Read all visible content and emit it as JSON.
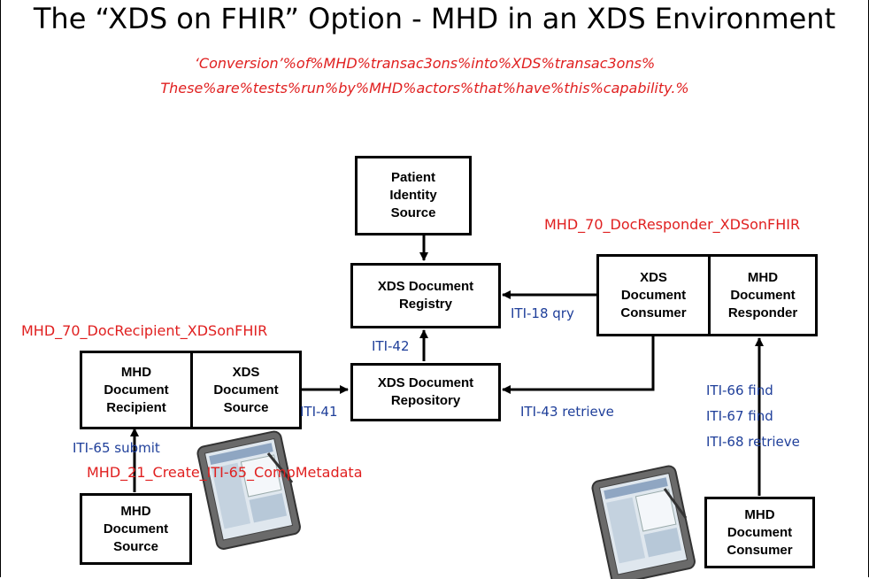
{
  "title": "The “XDS on FHIR” Option - MHD in an XDS Environment",
  "subtitle_line1": "‘Conversion’%of%MHD%transac3ons%into%XDS%transac3ons%",
  "subtitle_line2": "These%are%tests%run%by%MHD%actors%that%have%this%capability.%",
  "actors": {
    "patient_identity_source": "Patient\nIdentity\nSource",
    "xds_registry": "XDS Document\nRegistry",
    "xds_repository": "XDS Document\nRepository",
    "xds_consumer": "XDS\nDocument\nConsumer",
    "mhd_responder": "MHD\nDocument\nResponder",
    "mhd_recipient": "MHD\nDocument\nRecipient",
    "xds_source": "XDS\nDocument\nSource",
    "mhd_source": "MHD\nDocument\nSource",
    "mhd_consumer": "MHD\nDocument\nConsumer"
  },
  "test_labels": {
    "doc_responder": "MHD_70_DocResponder_XDSonFHIR",
    "doc_recipient": "MHD_70_DocRecipient_XDSonFHIR",
    "create_iti65": "MHD_21_Create_ITI-65_CompMetadata"
  },
  "transactions": {
    "iti18": "ITI-18 qry",
    "iti42": "ITI-42",
    "iti41": "ITI-41",
    "iti43": "ITI-43 retrieve",
    "iti65": "ITI-65 submit",
    "iti66": "ITI-66 find",
    "iti67": "ITI-67 find",
    "iti68": "ITI-68 retrieve"
  },
  "colors": {
    "red_text": "#e02020",
    "blue_text": "#1f3f9a"
  },
  "icons": [
    "tablet-device-icon",
    "tablet-device-icon"
  ]
}
